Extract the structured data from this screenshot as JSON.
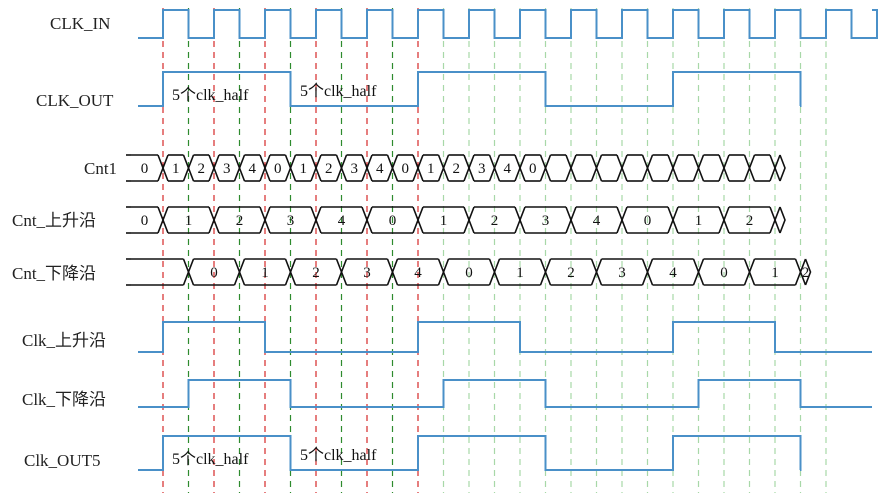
{
  "signals": [
    {
      "id": "clk_in",
      "label": "CLK_IN"
    },
    {
      "id": "clk_out",
      "label": "CLK_OUT",
      "annotations": [
        "5个clk_half",
        "5个clk_half"
      ]
    },
    {
      "id": "cnt1",
      "label": "Cnt1",
      "values": [
        "0",
        "1",
        "2",
        "3",
        "4",
        "0",
        "1",
        "2",
        "3",
        "4",
        "0",
        "1",
        "2",
        "3",
        "4",
        "0",
        "",
        "",
        "",
        "",
        "",
        "",
        "",
        "",
        "",
        "",
        ""
      ]
    },
    {
      "id": "cnt_rise",
      "label": "Cnt_上升沿",
      "values": [
        "0",
        "1",
        "2",
        "3",
        "4",
        "0",
        "1",
        "2",
        "3",
        "4",
        "0",
        "1",
        "2",
        ""
      ]
    },
    {
      "id": "cnt_fall",
      "label": "Cnt_下降沿",
      "values": [
        "",
        "0",
        "1",
        "2",
        "3",
        "4",
        "0",
        "1",
        "2",
        "3",
        "4",
        "0",
        "1",
        "2",
        ""
      ]
    },
    {
      "id": "clk_rise",
      "label": "Clk_上升沿"
    },
    {
      "id": "clk_fall",
      "label": "Clk_下降沿"
    },
    {
      "id": "clk_out5",
      "label": "Clk_OUT5",
      "annotations": [
        "5个clk_half",
        "5个clk_half"
      ]
    }
  ],
  "colors": {
    "wave": "#4a90c8",
    "bus": "#111111",
    "guide_red": "#d62828",
    "guide_green": "#2e8b2e",
    "guide_light": "#a8d8a8"
  }
}
